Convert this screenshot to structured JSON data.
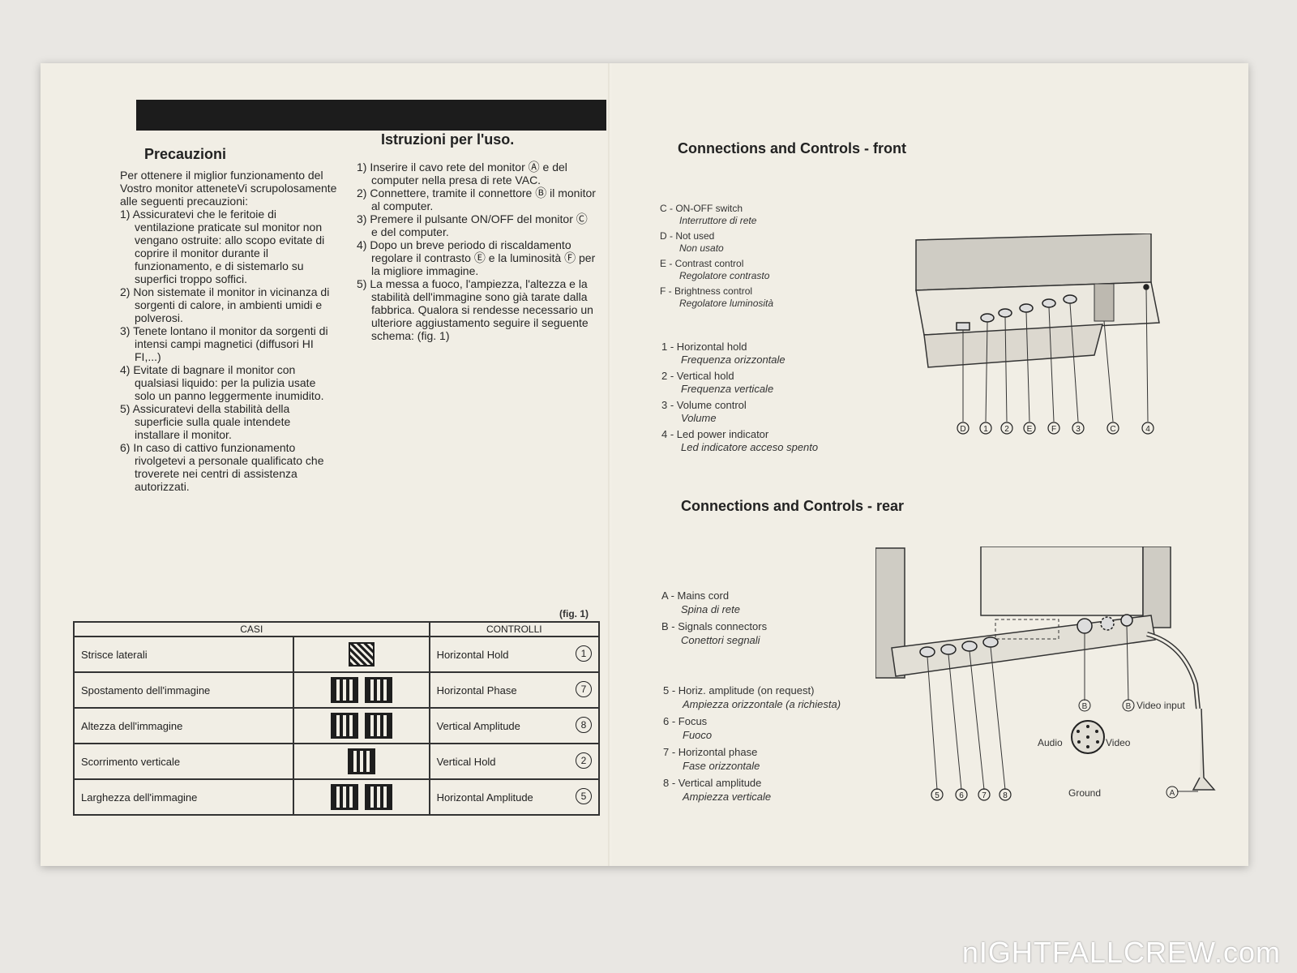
{
  "left": {
    "precauzioni_title": "Precauzioni",
    "precauzioni_intro": "Per ottenere il miglior funzionamento del Vostro monitor atteneteVi scrupolosamente alle seguenti precauzioni:",
    "precauzioni_items": [
      "1) Assicuratevi che le feritoie di ventilazione praticate sul monitor non vengano ostruite: allo scopo evitate di coprire il monitor durante il funzionamento, e di sistemarlo su superfici troppo soffici.",
      "2) Non sistemate il monitor in vicinanza di sorgenti di calore, in ambienti umidi e polverosi.",
      "3) Tenete lontano il monitor da sorgenti di intensi campi magnetici (diffusori HI FI,...)",
      "4) Evitate di bagnare il monitor con qualsiasi liquido: per la pulizia usate solo un panno leggermente inumidito.",
      "5) Assicuratevi della stabilità della superficie sulla quale intendete installare il monitor.",
      "6) In caso di cattivo funzionamento rivolgetevi a personale qualificato che troverete nei centri di assistenza autorizzati."
    ],
    "istruzioni_title": "Istruzioni per l'uso.",
    "istruzioni_items": [
      "1) Inserire il cavo rete del monitor Ⓐ e del computer nella presa di rete VAC.",
      "2) Connettere, tramite il connettore Ⓑ il monitor al computer.",
      "3) Premere il pulsante ON/OFF del monitor Ⓒ e del computer.",
      "4) Dopo un breve periodo di riscaldamento regolare il contrasto Ⓔ e la luminosità Ⓕ per la migliore immagine.",
      "5) La messa a fuoco, l'ampiezza, l'altezza e la stabilità dell'immagine sono già tarate dalla fabbrica. Qualora si rendesse necessario un ulteriore aggiustamento seguire il seguente schema: (fig. 1)"
    ],
    "fig_label": "(fig. 1)",
    "table": {
      "header_casi": "CASI",
      "header_controlli": "CONTROLLI",
      "rows": [
        {
          "caso": "Strisce laterali",
          "controllo": "Horizontal Hold",
          "num": "1"
        },
        {
          "caso": "Spostamento dell'immagine",
          "controllo": "Horizontal Phase",
          "num": "7"
        },
        {
          "caso": "Altezza dell'immagine",
          "controllo": "Vertical Amplitude",
          "num": "8"
        },
        {
          "caso": "Scorrimento verticale",
          "controllo": "Vertical Hold",
          "num": "2"
        },
        {
          "caso": "Larghezza dell'immagine",
          "controllo": "Horizontal Amplitude",
          "num": "5"
        }
      ]
    }
  },
  "right": {
    "front_title": "Connections and Controls - front",
    "front_legend": [
      {
        "label": "C - ON-OFF switch",
        "it": "Interruttore di rete"
      },
      {
        "label": "D - Not used",
        "it": "Non usato"
      },
      {
        "label": "E - Contrast control",
        "it": "Regolatore contrasto"
      },
      {
        "label": "F - Brightness control",
        "it": "Regolatore luminosità"
      }
    ],
    "front_legend_num": [
      {
        "label": "1 - Horizontal hold",
        "it": "Frequenza orizzontale"
      },
      {
        "label": "2 - Vertical hold",
        "it": "Frequenza verticale"
      },
      {
        "label": "3 - Volume control",
        "it": "Volume"
      },
      {
        "label": "4 - Led power indicator",
        "it": "Led indicatore acceso spento"
      }
    ],
    "front_callouts": [
      "D",
      "1",
      "2",
      "E",
      "F",
      "3",
      "C",
      "4"
    ],
    "rear_title": "Connections and Controls - rear",
    "rear_legend": [
      {
        "label": "A - Mains cord",
        "it": "Spina di rete"
      },
      {
        "label": "B - Signals connectors",
        "it": "Conettori segnali"
      }
    ],
    "rear_legend_num": [
      {
        "label": "5 - Horiz. amplitude (on request)",
        "it": "Ampiezza orizzontale (a richiesta)"
      },
      {
        "label": "6 - Focus",
        "it": "Fuoco"
      },
      {
        "label": "7 - Horizontal phase",
        "it": "Fase orizzontale"
      },
      {
        "label": "8 - Vertical amplitude",
        "it": "Ampiezza verticale"
      }
    ],
    "rear_callouts": [
      "5",
      "6",
      "7",
      "8"
    ],
    "rear_labels": {
      "b1": "B",
      "b2": "B",
      "video_input": "Video input",
      "audio": "Audio",
      "video": "Video",
      "ground": "Ground",
      "a": "A"
    }
  },
  "watermark": "nIGHTFALLCREW.com"
}
